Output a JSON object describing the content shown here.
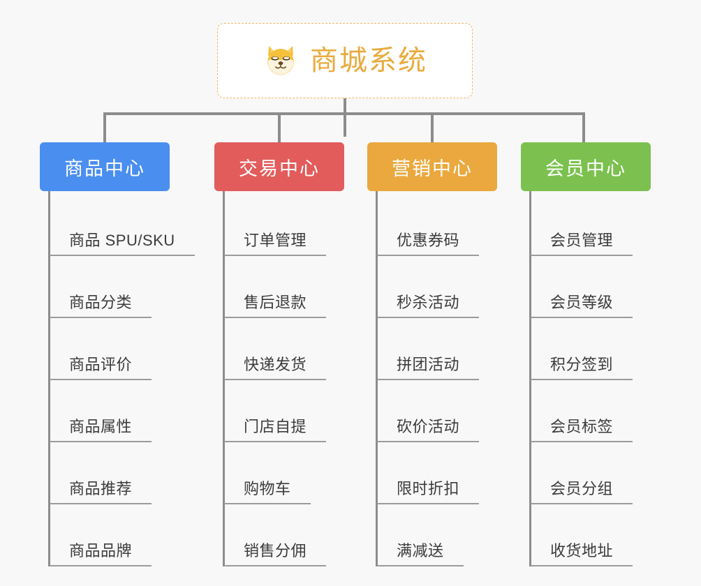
{
  "diagram": {
    "title": "商城系统",
    "root_icon": "shiba-dog-icon",
    "colors": {
      "background": "#f8f8f8",
      "root_border": "#eab764",
      "root_text": "#e8ab3c",
      "connector": "#8c8c8c",
      "leaf_text": "#3b3b3b",
      "leaf_rule": "#9b9b9b"
    },
    "branches": [
      {
        "label": "商品中心",
        "color": "#4a8ef0",
        "items": [
          "商品 SPU/SKU",
          "商品分类",
          "商品评价",
          "商品属性",
          "商品推荐",
          "商品品牌"
        ]
      },
      {
        "label": "交易中心",
        "color": "#e25c5c",
        "items": [
          "订单管理",
          "售后退款",
          "快递发货",
          "门店自提",
          "购物车",
          "销售分佣"
        ]
      },
      {
        "label": "营销中心",
        "color": "#eaa83e",
        "items": [
          "优惠券码",
          "秒杀活动",
          "拼团活动",
          "砍价活动",
          "限时折扣",
          "满减送"
        ]
      },
      {
        "label": "会员中心",
        "color": "#7cc14f",
        "items": [
          "会员管理",
          "会员等级",
          "积分签到",
          "会员标签",
          "会员分组",
          "收货地址"
        ]
      }
    ]
  }
}
